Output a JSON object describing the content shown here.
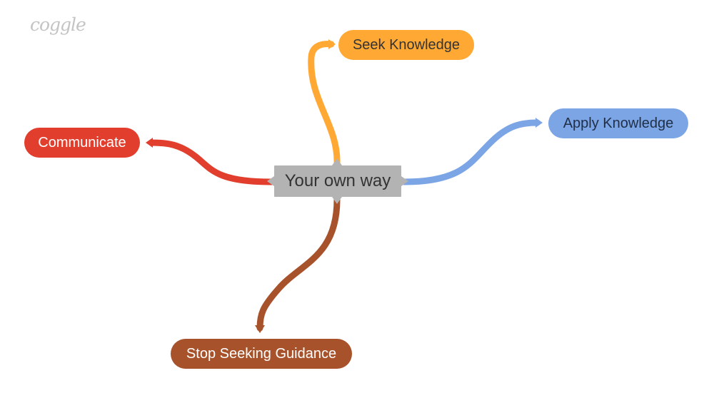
{
  "app": {
    "logo": "coggle"
  },
  "mindmap": {
    "center": {
      "label": "Your own way"
    },
    "branches": [
      {
        "label": "Seek Knowledge",
        "color": "#ffa934"
      },
      {
        "label": "Apply Knowledge",
        "color": "#7ca5e6"
      },
      {
        "label": "Communicate",
        "color": "#e23e2d"
      },
      {
        "label": "Stop Seeking Guidance",
        "color": "#a7522a"
      }
    ],
    "center_color": "#b3b3b3"
  }
}
